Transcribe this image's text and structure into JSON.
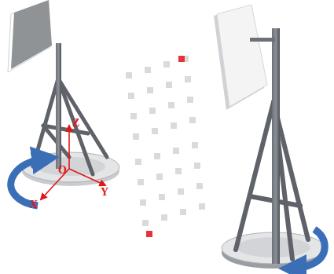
{
  "diagram": {
    "labels": [
      "Z",
      "O",
      "X",
      "Y"
    ]
  }
}
